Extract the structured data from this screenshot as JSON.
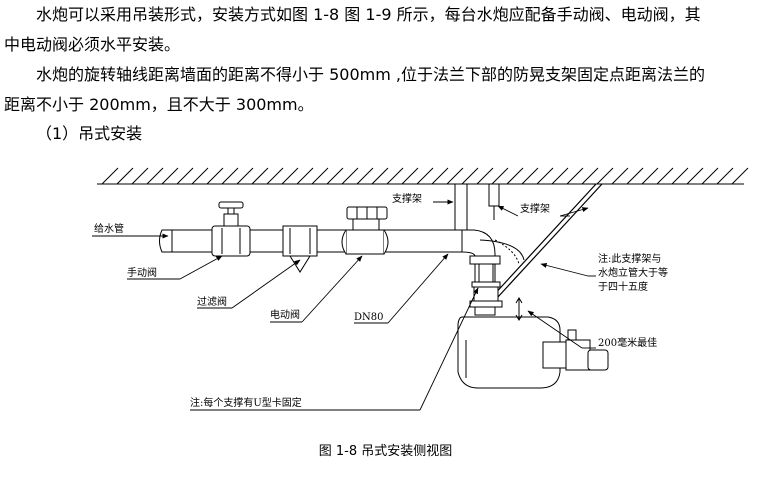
{
  "text": {
    "p1_line1": "水炮可以采用吊装形式，安装方式如图 1-8 图 1-9 所示，每台水炮应配备手动阀、电动阀，其",
    "p1_line2": "中电动阀必须水平安装。",
    "p2_line1": "水炮的旋转轴线距离墙面的距离不得小于 500mm ,位于法兰下部的防晃支架固定点距离法兰的",
    "p2_line2": "距离不小于 200mm，且不大于 300mm。",
    "heading": "（1）吊式安装"
  },
  "diagram": {
    "labels": {
      "support_frame_left": "支撑架",
      "support_frame_right": "支撑架",
      "water_pipe": "给水管",
      "manual_valve": "手动阀",
      "filter_valve": "过滤阀",
      "electric_valve": "电动阀",
      "dn80": "DN80",
      "note_45_line1": "注:此支撑架与",
      "note_45_line2": "水炮立管大于等",
      "note_45_line3": "于四十五度",
      "best_200": "200毫米最佳",
      "note_ubolt": "注:每个支撑有U型卡固定"
    }
  },
  "caption": "图 1-8  吊式安装侧视图"
}
